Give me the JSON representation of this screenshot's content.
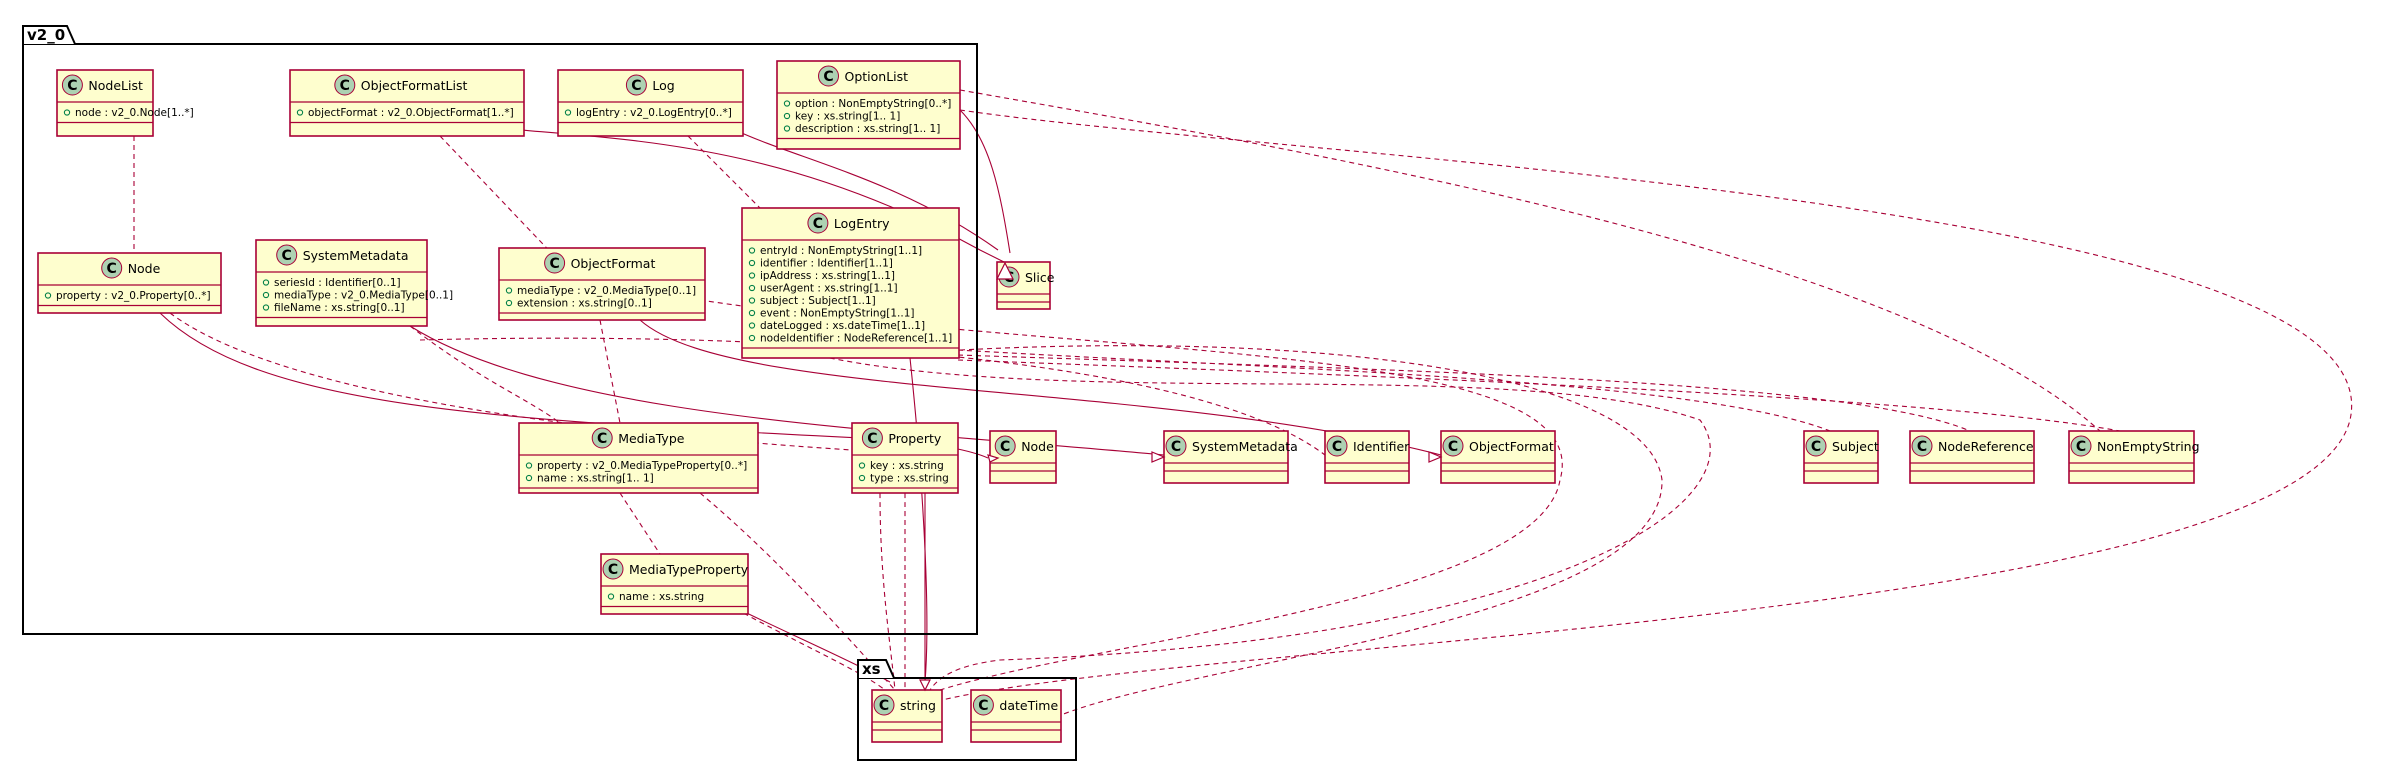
{
  "packages": [
    {
      "id": "v2_0",
      "name": "v2_0"
    },
    {
      "id": "xs",
      "name": "xs"
    }
  ],
  "classes": [
    {
      "id": "NodeList",
      "name": "NodeList",
      "attributes": [
        "node : v2_0.Node[1..*]"
      ]
    },
    {
      "id": "ObjectFormatList",
      "name": "ObjectFormatList",
      "attributes": [
        "objectFormat : v2_0.ObjectFormat[1..*]"
      ]
    },
    {
      "id": "Log",
      "name": "Log",
      "attributes": [
        "logEntry : v2_0.LogEntry[0..*]"
      ]
    },
    {
      "id": "OptionList",
      "name": "OptionList",
      "attributes": [
        "option : NonEmptyString[0..*]",
        "key : xs.string[1.. 1]",
        "description : xs.string[1.. 1]"
      ]
    },
    {
      "id": "Node",
      "name": "Node",
      "attributes": [
        "property : v2_0.Property[0..*]"
      ]
    },
    {
      "id": "SystemMetadata",
      "name": "SystemMetadata",
      "attributes": [
        "seriesId : Identifier[0..1]",
        "mediaType : v2_0.MediaType[0..1]",
        "fileName : xs.string[0..1]"
      ]
    },
    {
      "id": "ObjectFormat",
      "name": "ObjectFormat",
      "attributes": [
        "mediaType : v2_0.MediaType[0..1]",
        "extension : xs.string[0..1]"
      ]
    },
    {
      "id": "LogEntry",
      "name": "LogEntry",
      "attributes": [
        "entryId : NonEmptyString[1..1]",
        "identifier : Identifier[1..1]",
        "ipAddress : xs.string[1..1]",
        "userAgent : xs.string[1..1]",
        "subject : Subject[1..1]",
        "event : NonEmptyString[1..1]",
        "dateLogged : xs.dateTime[1..1]",
        "nodeIdentifier : NodeReference[1..1]"
      ]
    },
    {
      "id": "MediaType",
      "name": "MediaType",
      "attributes": [
        "property : v2_0.MediaTypeProperty[0..*]",
        "name : xs.string[1.. 1]"
      ]
    },
    {
      "id": "Property",
      "name": "Property",
      "attributes": [
        "key : xs.string",
        "type : xs.string"
      ]
    },
    {
      "id": "MediaTypeProperty",
      "name": "MediaTypeProperty",
      "attributes": [
        "name : xs.string"
      ]
    },
    {
      "id": "Slice",
      "name": "Slice",
      "attributes": []
    },
    {
      "id": "NodeBase",
      "name": "Node",
      "attributes": []
    },
    {
      "id": "SystemMetadataBase",
      "name": "SystemMetadata",
      "attributes": []
    },
    {
      "id": "Identifier",
      "name": "Identifier",
      "attributes": []
    },
    {
      "id": "ObjectFormatBase",
      "name": "ObjectFormat",
      "attributes": []
    },
    {
      "id": "Subject",
      "name": "Subject",
      "attributes": []
    },
    {
      "id": "NodeReference",
      "name": "NodeReference",
      "attributes": []
    },
    {
      "id": "NonEmptyString",
      "name": "NonEmptyString",
      "attributes": []
    },
    {
      "id": "string",
      "name": "string",
      "attributes": []
    },
    {
      "id": "dateTime",
      "name": "dateTime",
      "attributes": []
    }
  ],
  "relations": [
    {
      "from": "NodeList",
      "to": "Node",
      "type": "association"
    },
    {
      "from": "ObjectFormatList",
      "to": "ObjectFormat",
      "type": "association"
    },
    {
      "from": "Log",
      "to": "LogEntry",
      "type": "association"
    },
    {
      "from": "ObjectFormatList",
      "to": "Slice",
      "type": "generalization"
    },
    {
      "from": "Log",
      "to": "Slice",
      "type": "generalization"
    },
    {
      "from": "OptionList",
      "to": "Slice",
      "type": "generalization"
    },
    {
      "from": "Node",
      "to": "NodeBase",
      "type": "generalization"
    },
    {
      "from": "SystemMetadata",
      "to": "SystemMetadataBase",
      "type": "generalization"
    },
    {
      "from": "ObjectFormat",
      "to": "ObjectFormatBase",
      "type": "generalization"
    },
    {
      "from": "Property",
      "to": "string",
      "type": "generalization"
    },
    {
      "from": "MediaTypeProperty",
      "to": "string",
      "type": "generalization"
    },
    {
      "from": "LogEntry",
      "to": "string",
      "type": "generalization"
    },
    {
      "from": "Node",
      "to": "Property",
      "type": "association"
    },
    {
      "from": "SystemMetadata",
      "to": "MediaType",
      "type": "association"
    },
    {
      "from": "SystemMetadata",
      "to": "Identifier",
      "type": "association"
    },
    {
      "from": "ObjectFormat",
      "to": "MediaType",
      "type": "association"
    },
    {
      "from": "MediaType",
      "to": "MediaTypeProperty",
      "type": "association"
    },
    {
      "from": "MediaType",
      "to": "string",
      "type": "association"
    },
    {
      "from": "Property",
      "to": "string",
      "type": "association"
    },
    {
      "from": "MediaTypeProperty",
      "to": "string",
      "type": "association"
    },
    {
      "from": "LogEntry",
      "to": "Identifier",
      "type": "association"
    },
    {
      "from": "LogEntry",
      "to": "Subject",
      "type": "association"
    },
    {
      "from": "LogEntry",
      "to": "NodeReference",
      "type": "association"
    },
    {
      "from": "LogEntry",
      "to": "NonEmptyString",
      "type": "association"
    },
    {
      "from": "LogEntry",
      "to": "dateTime",
      "type": "association"
    },
    {
      "from": "OptionList",
      "to": "NonEmptyString",
      "type": "association"
    },
    {
      "from": "OptionList",
      "to": "string",
      "type": "association"
    }
  ],
  "colors": {
    "class_fill": "#FEFECE",
    "class_border": "#A80036",
    "class_icon": "#ADD1B2",
    "edge": "#A80036",
    "attribute_dot": "#038048"
  }
}
